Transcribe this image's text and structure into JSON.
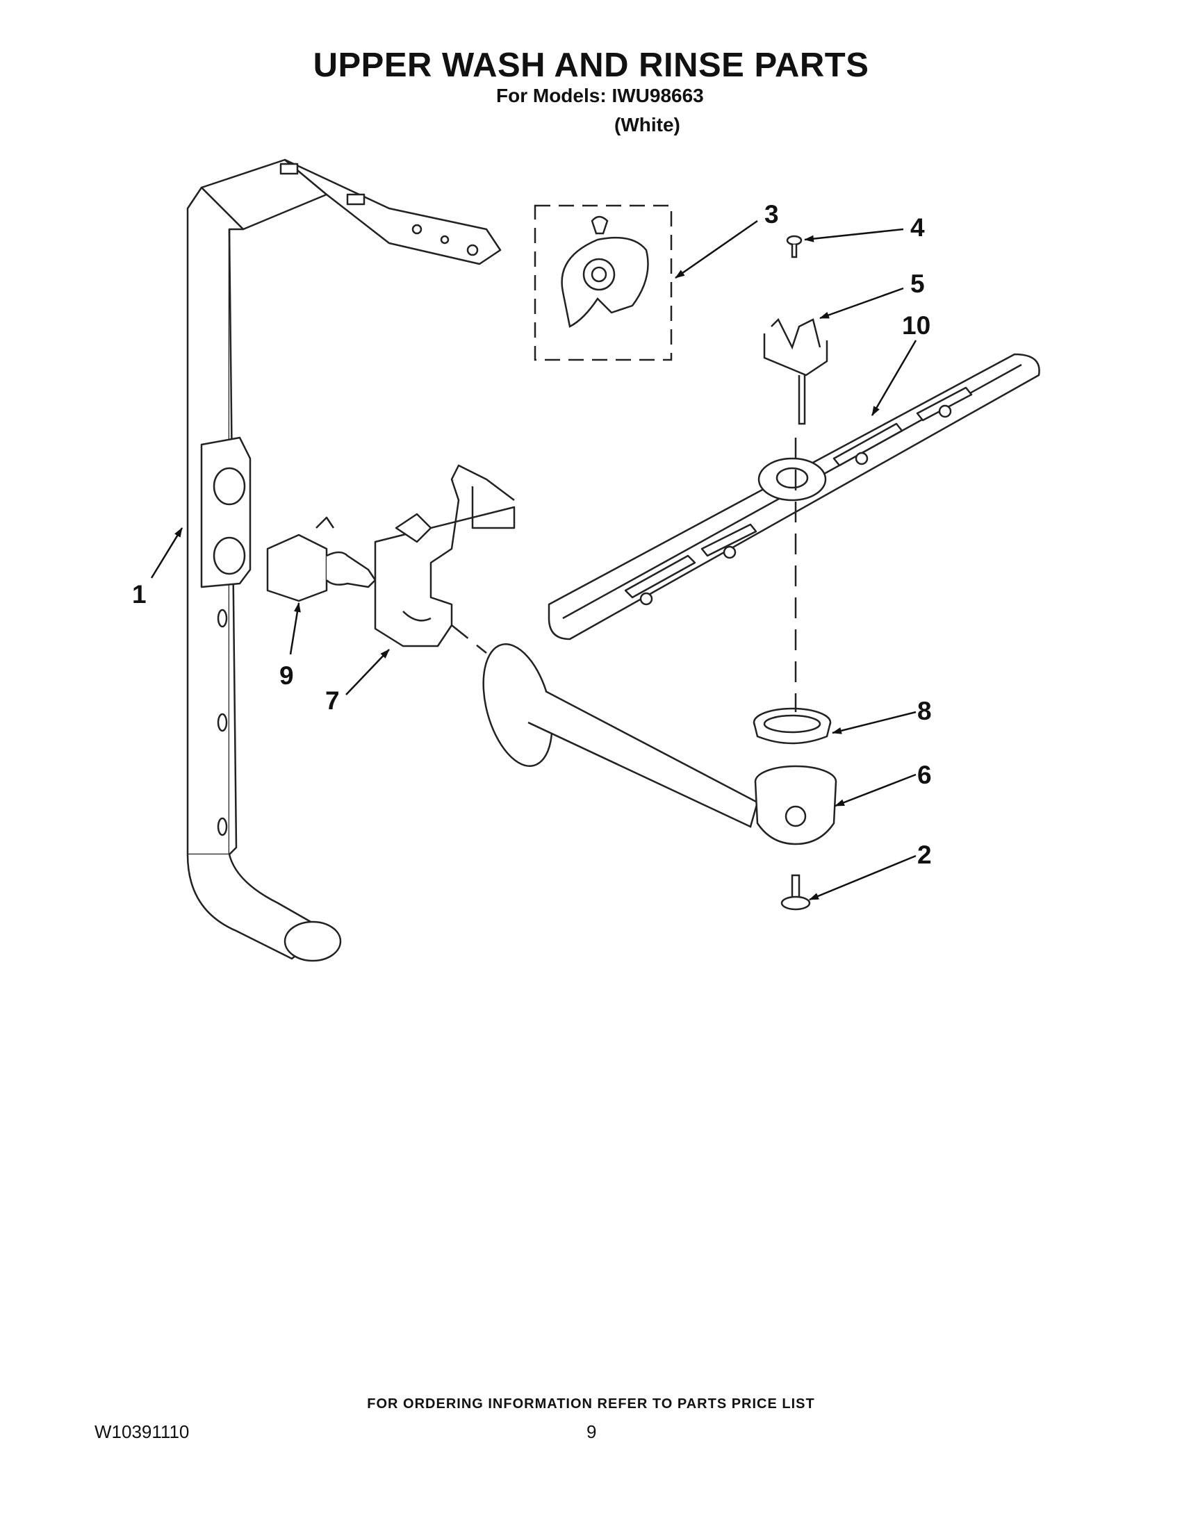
{
  "header": {
    "title": "UPPER WASH AND RINSE PARTS",
    "models_line": "For Models: IWU98663",
    "color_line": "(White)"
  },
  "callouts": [
    {
      "id": "1",
      "label": "1"
    },
    {
      "id": "2",
      "label": "2"
    },
    {
      "id": "3",
      "label": "3"
    },
    {
      "id": "4",
      "label": "4"
    },
    {
      "id": "5",
      "label": "5"
    },
    {
      "id": "6",
      "label": "6"
    },
    {
      "id": "7",
      "label": "7"
    },
    {
      "id": "8",
      "label": "8"
    },
    {
      "id": "9",
      "label": "9"
    },
    {
      "id": "10",
      "label": "10"
    }
  ],
  "footer": {
    "ordering_note": "FOR ORDERING INFORMATION REFER TO PARTS PRICE LIST",
    "document_number": "W10391110",
    "page_number": "9"
  }
}
